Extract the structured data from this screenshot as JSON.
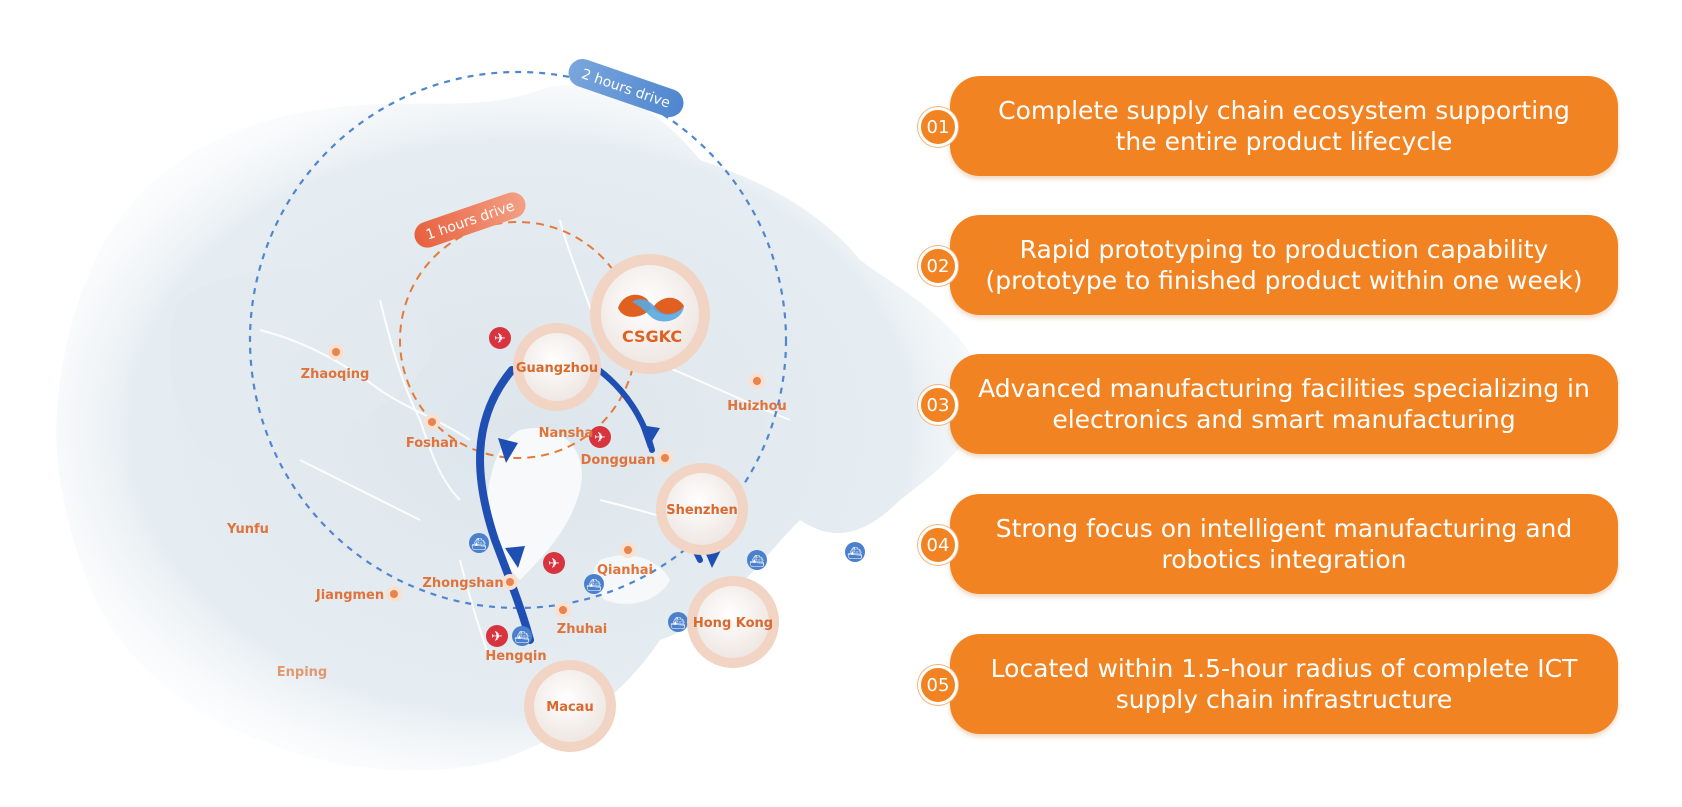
{
  "map": {
    "ring_outer_label": "2 hours drive",
    "ring_inner_label": "1 hours drive",
    "brand": "CSGKC",
    "hubs": {
      "guangzhou": "Guangzhou",
      "shenzhen": "Shenzhen",
      "hong_kong": "Hong Kong",
      "macau": "Macau"
    },
    "cities": {
      "zhaoqing": "Zhaoqing",
      "foshan": "Foshan",
      "huizhou": "Huizhou",
      "nansha": "Nansha",
      "dongguan": "Dongguan",
      "yunfu": "Yunfu",
      "jiangmen": "Jiangmen",
      "zhongshan": "Zhongshan",
      "qianhai": "Qianhai",
      "zhuhai": "Zhuhai",
      "hengqin": "Hengqin",
      "enping": "Enping"
    },
    "colors": {
      "outer_ring": "#4f86cf",
      "inner_ring": "#e47a3c",
      "route": "#1f4fb3",
      "airport": "#d8343f",
      "port": "#4a80cc",
      "marker": "#e8844d"
    }
  },
  "features": [
    {
      "num": "01",
      "text": "Complete supply chain ecosystem supporting\nthe entire product lifecycle"
    },
    {
      "num": "02",
      "text": "Rapid prototyping to production capability\n(prototype to finished product within one week)"
    },
    {
      "num": "03",
      "text": "Advanced manufacturing facilities specializing in\nelectronics and smart manufacturing"
    },
    {
      "num": "04",
      "text": "Strong focus on intelligent manufacturing and\nrobotics integration"
    },
    {
      "num": "05",
      "text": "Located within 1.5-hour radius of complete ICT\nsupply chain infrastructure"
    }
  ],
  "accent_color": "#f28322"
}
